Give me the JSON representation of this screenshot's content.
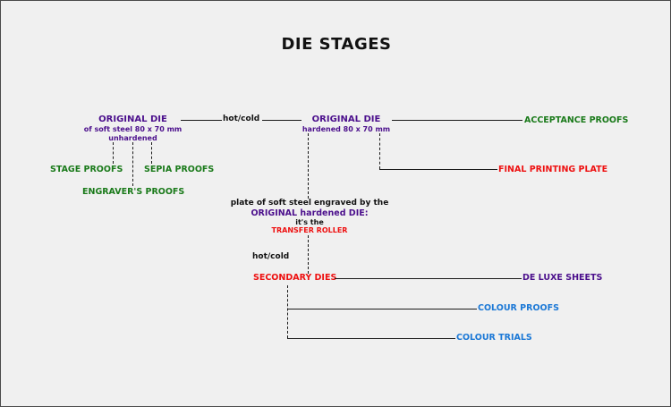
{
  "title": "DIE STAGES",
  "original_die_soft": {
    "name": "ORIGINAL DIE",
    "line1": "of soft steel 80 x 70 mm",
    "line2": "unhardened"
  },
  "hot_cold_top": "hot/cold",
  "original_die_hard": {
    "name": "ORIGINAL DIE",
    "line1": "hardened 80 x 70 mm"
  },
  "acceptance_proofs": "ACCEPTANCE PROOFS",
  "stage_proofs": "STAGE PROOFS",
  "sepia_proofs": "SEPIA PROOFS",
  "engravers_proofs": "ENGRAVER'S PROOFS",
  "final_printing_plate": "FINAL PRINTING PLATE",
  "transfer": {
    "line1": "plate of soft steel engraved by the",
    "line2": "ORIGINAL hardened DIE:",
    "line3": "it's the",
    "line4": "TRANSFER ROLLER"
  },
  "hot_cold_mid": "hot/cold",
  "secondary_dies": "SECONDARY DIES",
  "de_luxe_sheets": "DE LUXE SHEETS",
  "colour_proofs": "COLOUR PROOFS",
  "colour_trials": "COLOUR TRIALS",
  "colors": {
    "purple": "#4b0f8c",
    "green": "#1a7a1a",
    "red": "#ee1010",
    "blue": "#1b78d6"
  }
}
